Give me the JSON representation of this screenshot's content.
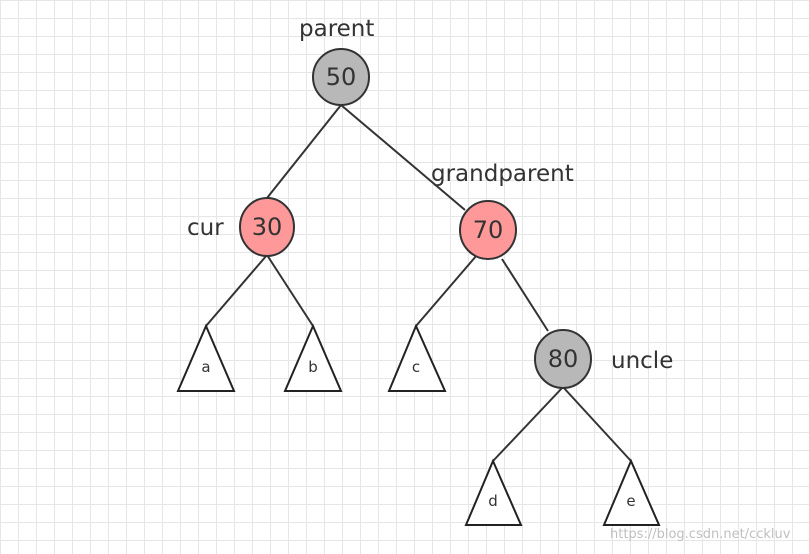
{
  "colors": {
    "black_node": "#b8b8b8",
    "red_node": "#ff9999",
    "stroke": "#333333"
  },
  "nodes": {
    "n50": {
      "value": "50",
      "color": "black"
    },
    "n30": {
      "value": "30",
      "color": "red"
    },
    "n70": {
      "value": "70",
      "color": "red"
    },
    "n80": {
      "value": "80",
      "color": "black"
    }
  },
  "labels": {
    "parent": "parent",
    "grandparent": "grandparent",
    "cur": "cur",
    "uncle": "uncle"
  },
  "subtrees": {
    "a": "a",
    "b": "b",
    "c": "c",
    "d": "d",
    "e": "e"
  },
  "watermark": "https://blog.csdn.net/cckluv"
}
